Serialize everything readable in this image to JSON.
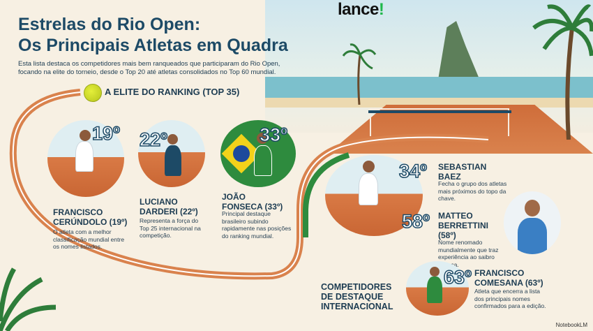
{
  "brand": {
    "logo_text": "lance",
    "logo_mark": "!",
    "notebook_badge": "NotebookLM"
  },
  "header": {
    "title_line1": "Estrelas do Rio Open:",
    "title_line2": "Os Principais Atletas em Quadra",
    "intro": "Esta lista destaca os competidores mais bem ranqueados que participaram do Rio Open, focando na elite do torneio, desde o Top 20 até atletas consolidados no Top 60 mundial."
  },
  "sections": {
    "elite_title": "A ELITE DO RANKING (TOP 35)",
    "international_title_line1": "COMPETIDORES",
    "international_title_line2": "DE DESTAQUE",
    "international_title_line3": "INTERNACIONAL"
  },
  "players": [
    {
      "rank": "19º",
      "name_line1": "FRANCISCO",
      "name_line2": "CERÚNDOLO (19º)",
      "desc": "O atleta com a melhor classificação mundial entre os nomes listados."
    },
    {
      "rank": "22º",
      "name_line1": "LUCIANO",
      "name_line2": "DARDERI (22º)",
      "desc": "Representa a força do Top 25 internacional na competição."
    },
    {
      "rank": "33º",
      "name_line1": "JOÃO",
      "name_line2": "FONSECA (33º)",
      "desc": "Principal destaque brasileiro subindo rapidamente nas posições do ranking mundial."
    },
    {
      "rank": "34º",
      "name_line1": "SEBASTIAN",
      "name_line2": "BAEZ",
      "desc": "Fecha o grupo dos atletas mais próximos do topo da chave."
    },
    {
      "rank": "58º",
      "name_line1": "MATTEO",
      "name_line2": "BERRETTINI",
      "name_line3": "(58º)",
      "desc": "Nome renomado mundialmente que traz experiência ao saibro carioca."
    },
    {
      "rank": "63º",
      "name_line1": "FRANCISCO",
      "name_line2": "COMESANA (63º)",
      "desc": "Atleta que encerra a lista dos principais nomes confirmados para a edição."
    }
  ],
  "colors": {
    "navy": "#1d4a66",
    "clay": "#d9824d",
    "green": "#2e8b3e",
    "brazil_yellow": "#f2d21a"
  }
}
